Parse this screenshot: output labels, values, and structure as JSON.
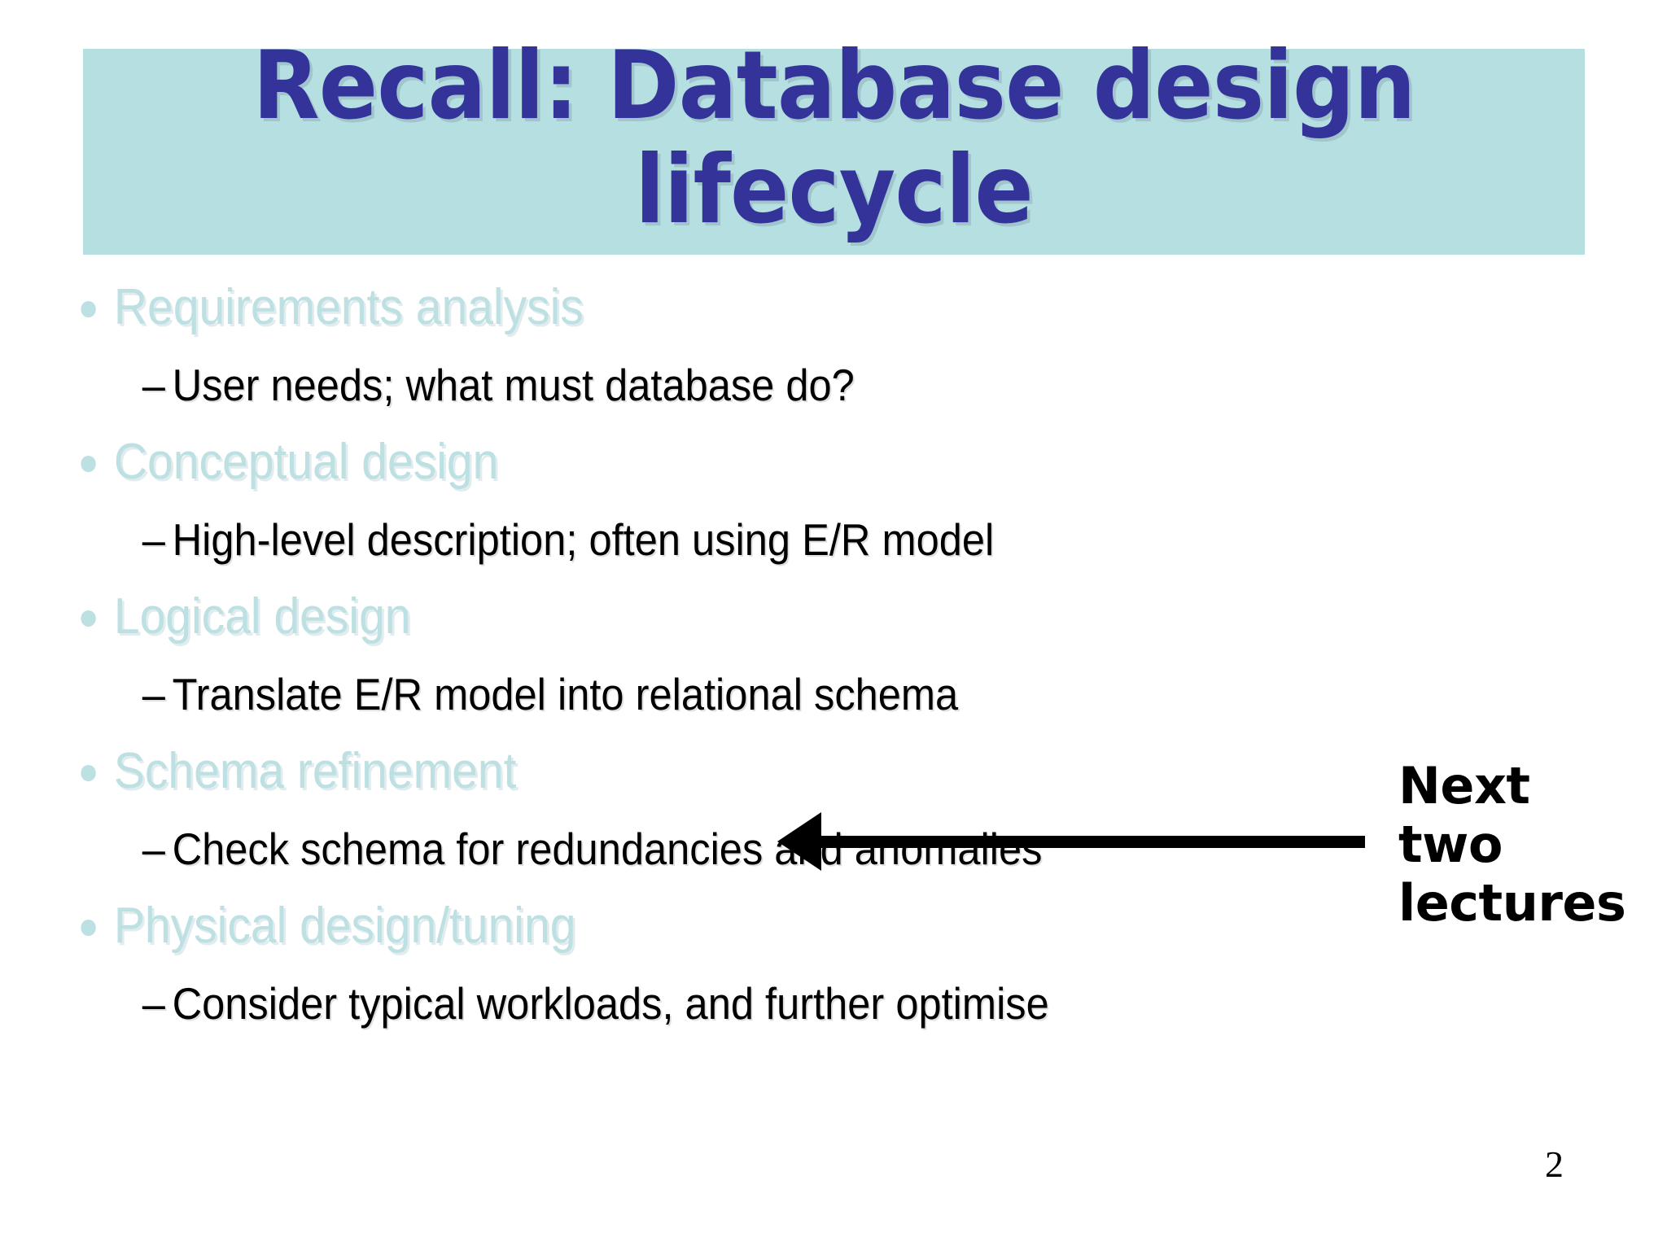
{
  "slide": {
    "title": "Recall: Database design\nlifecycle",
    "page_number": "2",
    "theme": {
      "band_color": "#b5dfe1",
      "title_color": "#333399",
      "level1_color": "#bde0e2",
      "level2_color": "#000000",
      "annotation_color": "#000000",
      "background": "#ffffff"
    },
    "bullets": [
      {
        "label": "Requirements analysis",
        "marker": "bullet-dot",
        "sub": {
          "marker": "–",
          "label": "User needs; what must database do?"
        }
      },
      {
        "label": "Conceptual design",
        "marker": "bullet-dot",
        "sub": {
          "marker": "–",
          "label": "High-level description; often using E/R model"
        }
      },
      {
        "label": "Logical design",
        "marker": "bullet-dot",
        "sub": {
          "marker": "–",
          "label": "Translate E/R model into relational schema"
        }
      },
      {
        "label": "Schema refinement",
        "marker": "bullet-dot",
        "sub": {
          "marker": "–",
          "label": "Check schema for redundancies and anomalies"
        }
      },
      {
        "label": "Physical design/tuning",
        "marker": "bullet-dot",
        "sub": {
          "marker": "–",
          "label": "Consider typical workloads, and further optimise"
        }
      }
    ],
    "annotation": {
      "text": "Next\ntwo\nlectures",
      "arrow": "left-arrow",
      "points_to": "Schema refinement"
    }
  }
}
